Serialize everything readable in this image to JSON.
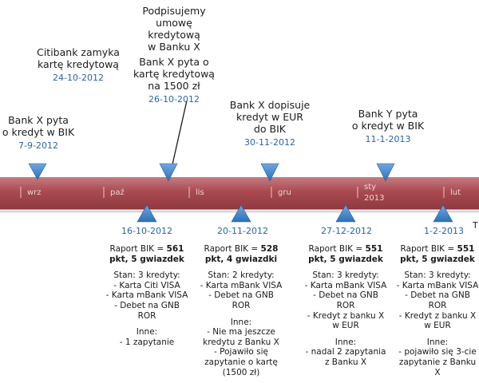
{
  "months": [
    {
      "id": "wrz",
      "label": "wrz"
    },
    {
      "id": "paz",
      "label": "paź"
    },
    {
      "id": "lis",
      "label": "lis"
    },
    {
      "id": "gru",
      "label": "gru"
    },
    {
      "id": "sty",
      "label": "sty\n2013"
    },
    {
      "id": "lut",
      "label": "lut"
    }
  ],
  "axis_trailing_letter": "T",
  "top_events": [
    {
      "title": "Bank X pyta\no kredyt w BIK",
      "date": "7-9-2012"
    },
    {
      "title": "Citibank zamyka\nkartę kredytową",
      "date": "24-10-2012"
    },
    {
      "title": "Podpisujemy\numowę\nkredytową\nw Banku X",
      "date": ""
    },
    {
      "title": "Bank X pyta o\nkartę kredytową\nna 1500 zł",
      "date": "26-10-2012"
    },
    {
      "title": "Bank X dopisuje\nkredyt w EUR\ndo BIK",
      "date": "30-11-2012"
    },
    {
      "title": "Bank Y pyta\no kredyt w BIK",
      "date": "11-1-2013"
    }
  ],
  "bottom_events": [
    {
      "date": "16-10-2012",
      "score_prefix": "Raport BIK = ",
      "score_value": "561",
      "score_suffix": "pkt, 5 gwiazdek",
      "state_title": "Stan: 3 kredyty:",
      "state_lines": "- Karta Citi VISA\n- Karta mBank VISA\n- Debet na GNB\nROR",
      "other_title": "Inne:",
      "other_lines": "- 1 zapytanie"
    },
    {
      "date": "20-11-2012",
      "score_prefix": "Raport BIK = ",
      "score_value": "528",
      "score_suffix": "pkt, 4 gwiazdki",
      "state_title": "Stan: 2 kredyty:",
      "state_lines": "- Karta mBank VISA\n- Debet na GNB\nROR",
      "other_title": "Inne:",
      "other_lines": "- Nie ma jeszcze\nkredytu z Banku X\n- Pojawiło się\nzapytanie o kartę\n(1500 zł)"
    },
    {
      "date": "27-12-2012",
      "score_prefix": "Raport BIK = ",
      "score_value": "551",
      "score_suffix": "pkt, 5 gwiazdek",
      "state_title": "Stan: 3 kredyty:",
      "state_lines": "- Karta mBank VISA\n- Debet na GNB\nROR\n- Kredyt z banku X\nw EUR",
      "other_title": "Inne:",
      "other_lines": "- nadal 2 zapytania\nz Banku X"
    },
    {
      "date": "1-2-2013",
      "score_prefix": "Raport BIK = ",
      "score_value": "551",
      "score_suffix": "pkt, 5 gwiazdek",
      "state_title": "Stan: 3 kredyty:",
      "state_lines": "- Karta mBank VISA\n- Debet na GNB\nROR\n- Kredyt z banku X\nw EUR",
      "other_title": "Inne:",
      "other_lines": "- pojawiło się 3-cie\nzapytanie z Banku X"
    }
  ],
  "colors": {
    "band": "#a8474c",
    "band_light": "#c77e82",
    "marker": "#3b7fc4",
    "date": "#2a64a6"
  }
}
